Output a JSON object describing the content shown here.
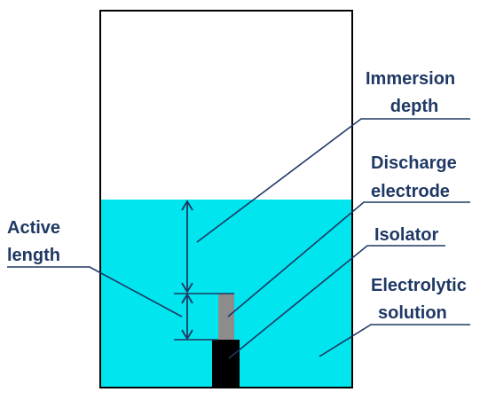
{
  "labels": {
    "immersion_depth_1": "Immersion",
    "immersion_depth_2": "depth",
    "discharge_electrode_1": "Discharge",
    "discharge_electrode_2": "electrode",
    "isolator": "Isolator",
    "electrolytic_solution_1": "Electrolytic",
    "electrolytic_solution_2": "solution",
    "active_length_1": "Active",
    "active_length_2": "length"
  },
  "colors": {
    "solution": "#00E5EE",
    "container_outline": "#000000",
    "label_text": "#1F3864",
    "leader_line": "#1F3864",
    "electrode": "#8C8C8C",
    "isolator": "#000000"
  }
}
